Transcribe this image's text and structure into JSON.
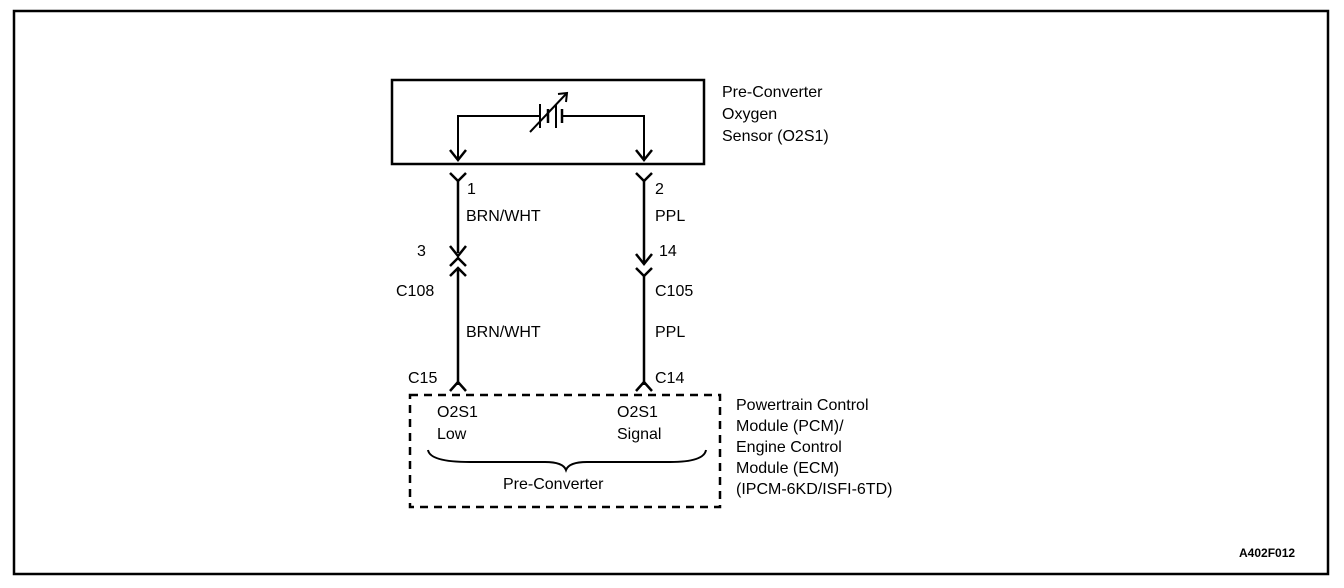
{
  "sensor": {
    "title_line1": "Pre-Converter",
    "title_line2": "Oxygen",
    "title_line3": "Sensor (O2S1)"
  },
  "pins": {
    "sensor_pin_left": "1",
    "sensor_pin_right": "2",
    "conn_pin_left": "3",
    "conn_pin_right": "14"
  },
  "wires": {
    "upper_left_color": "BRN/WHT",
    "upper_right_color": "PPL",
    "lower_left_color": "BRN/WHT",
    "lower_right_color": "PPL"
  },
  "connectors": {
    "left_inline": "C108",
    "right_inline": "C105",
    "left_module": "C15",
    "right_module": "C14"
  },
  "module": {
    "circuit_left_line1": "O2S1",
    "circuit_left_line2": "Low",
    "circuit_right_line1": "O2S1",
    "circuit_right_line2": "Signal",
    "group_label": "Pre-Converter",
    "title_line1": "Powertrain Control",
    "title_line2": "Module (PCM)/",
    "title_line3": "Engine Control",
    "title_line4": "Module (ECM)",
    "title_line5": "(IPCM-6KD/ISFI-6TD)"
  },
  "figure_id": "A402F012"
}
